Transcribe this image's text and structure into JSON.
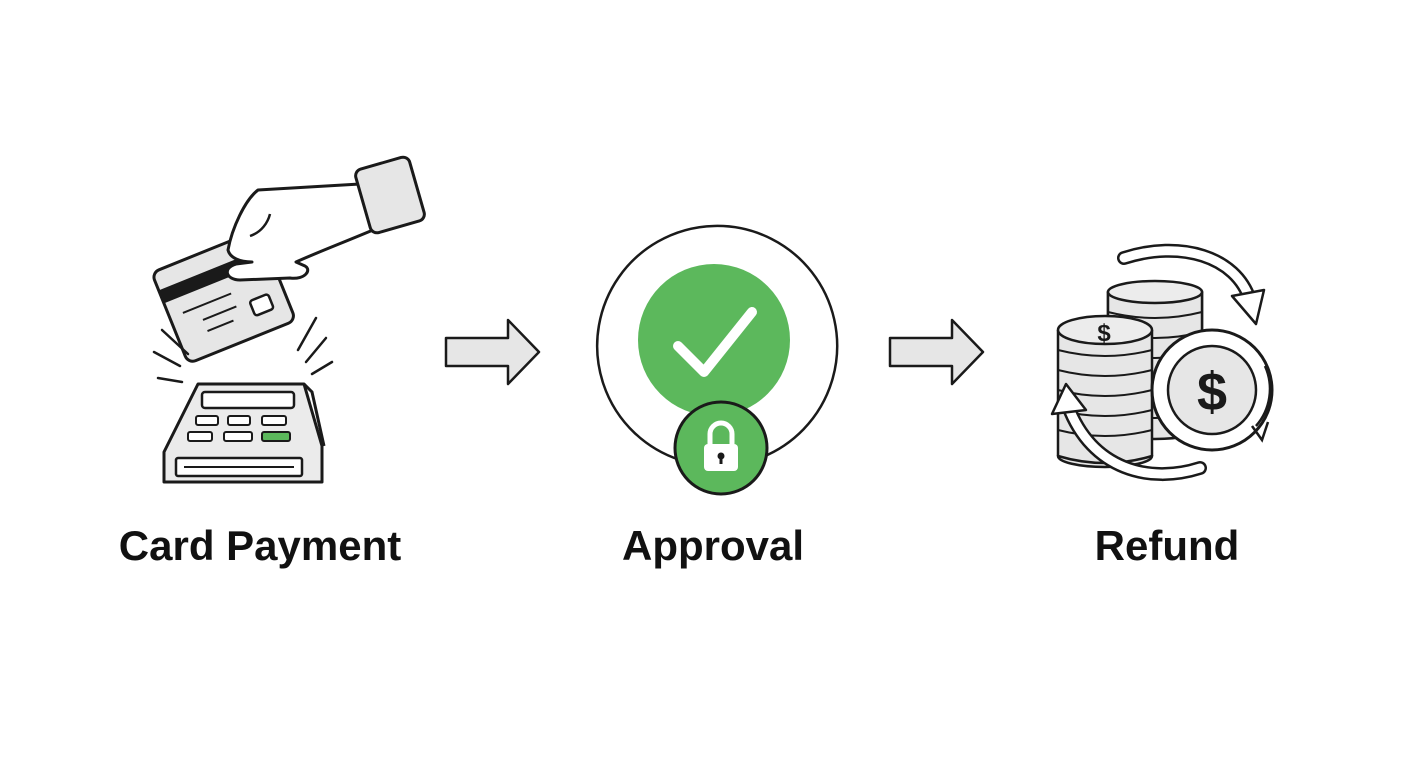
{
  "steps": [
    {
      "label": "Card Payment",
      "icon": "card-payment-icon"
    },
    {
      "label": "Approval",
      "icon": "approval-check-icon"
    },
    {
      "label": "Refund",
      "icon": "refund-coins-icon"
    }
  ],
  "connectors": [
    "arrow-right-icon",
    "arrow-right-icon"
  ],
  "colors": {
    "accent_green": "#5cb85c",
    "outline": "#1a1a1a",
    "fill_gray": "#e6e6e6"
  },
  "refund_coin_symbol": "$"
}
